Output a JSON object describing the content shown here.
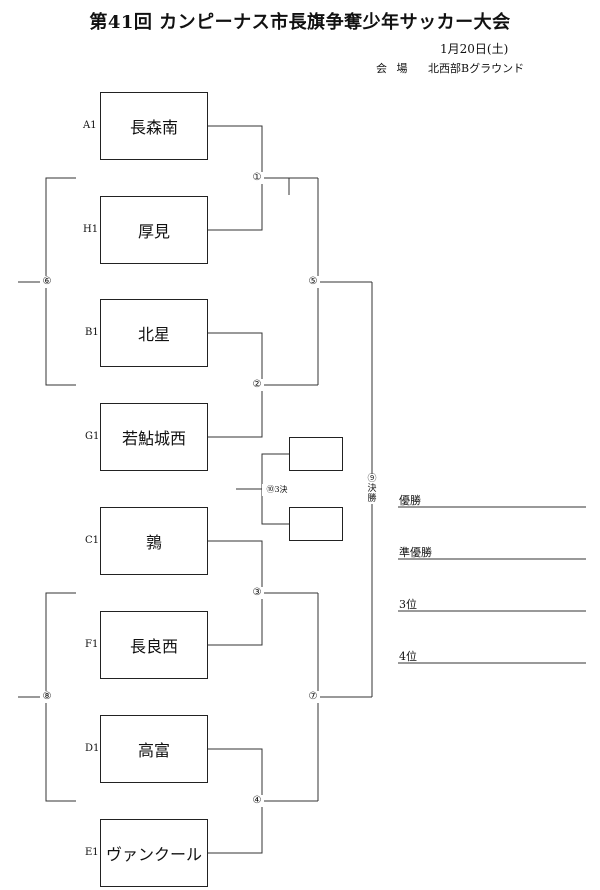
{
  "header": {
    "title": "第41回 カンピーナス市長旗争奪少年サッカー大会",
    "date": "1月20日(土)",
    "venue_label": "会 場",
    "venue": "北西部Bグラウンド"
  },
  "teams": [
    {
      "seed": "A1",
      "name": "長森南"
    },
    {
      "seed": "H1",
      "name": "厚見"
    },
    {
      "seed": "B1",
      "name": "北星"
    },
    {
      "seed": "G1",
      "name": "若鮎城西"
    },
    {
      "seed": "C1",
      "name": "鶉"
    },
    {
      "seed": "F1",
      "name": "長良西"
    },
    {
      "seed": "D1",
      "name": "高富"
    },
    {
      "seed": "E1",
      "name": "ヴァンクール"
    }
  ],
  "matches": {
    "m1": "①",
    "m2": "②",
    "m3": "③",
    "m4": "④",
    "m5": "⑤",
    "m6": "⑥",
    "m7": "⑦",
    "m8": "⑧",
    "final": "⑨決勝",
    "third_place": "⑩3決"
  },
  "results": {
    "champion": "優勝",
    "runner_up": "準優勝",
    "third": "3位",
    "fourth": "4位"
  }
}
